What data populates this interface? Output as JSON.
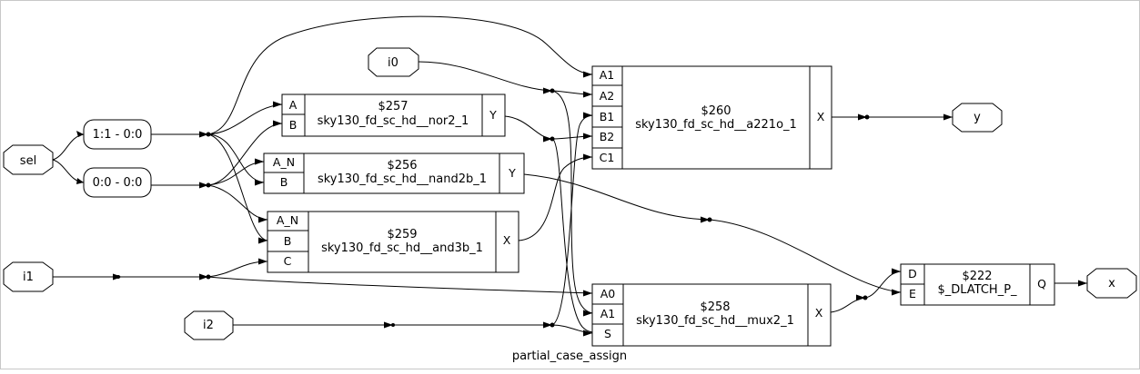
{
  "diagram": {
    "caption": "partial_case_assign",
    "ports": {
      "sel": "sel",
      "i0": "i0",
      "i1": "i1",
      "i2": "i2",
      "y": "y",
      "x": "x"
    },
    "splits": {
      "s11": "1:1 - 0:0",
      "s00": "0:0 - 0:0"
    },
    "cells": {
      "c257": {
        "id": "$257",
        "type": "sky130_fd_sc_hd__nor2_1",
        "inputs": [
          "A",
          "B"
        ],
        "output": "Y"
      },
      "c256": {
        "id": "$256",
        "type": "sky130_fd_sc_hd__nand2b_1",
        "inputs": [
          "A_N",
          "B"
        ],
        "output": "Y"
      },
      "c259": {
        "id": "$259",
        "type": "sky130_fd_sc_hd__and3b_1",
        "inputs": [
          "A_N",
          "B",
          "C"
        ],
        "output": "X"
      },
      "c260": {
        "id": "$260",
        "type": "sky130_fd_sc_hd__a221o_1",
        "inputs": [
          "A1",
          "A2",
          "B1",
          "B2",
          "C1"
        ],
        "output": "X"
      },
      "c258": {
        "id": "$258",
        "type": "sky130_fd_sc_hd__mux2_1",
        "inputs": [
          "A0",
          "A1",
          "S"
        ],
        "output": "X"
      },
      "c222": {
        "id": "$222",
        "type": "$_DLATCH_P_",
        "inputs": [
          "D",
          "E"
        ],
        "output": "Q"
      }
    }
  }
}
